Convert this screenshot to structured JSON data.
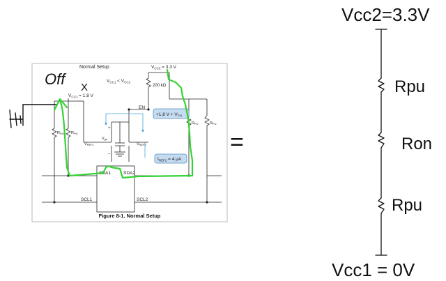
{
  "figure": {
    "caption": "Figure 8-1. Normal Setup",
    "setup_label": "Normal Setup",
    "vcc_relation": "V",
    "vcc_relation_sub1": "CC1",
    "vcc_relation_lt": " < V",
    "vcc_relation_sub2": "CC2",
    "vcc1_label_v": "V",
    "vcc1_label_sub": "CC1",
    "vcc1_label_val": " = 1.8 V",
    "vcc2_label_v": "V",
    "vcc2_label_sub": "CC2",
    "vcc2_label_val": " = 3.3 V",
    "resistor_200k": "200 kΩ",
    "en_label": "EN",
    "rpu_left_r": "R",
    "rpu_sub": "PU",
    "vref1_v": "V",
    "vref1_sub": "REF1",
    "vref2_v": "V",
    "vref2_sub": "REF2",
    "vgs_v": "V",
    "vgs_sub": "gs",
    "sda1": "SDA1",
    "sda2": "SDA2",
    "scl1": "SCL1",
    "scl2": "SCL2",
    "box_vth": "+1.8 V + V",
    "box_vth_sub": "TH",
    "box_iref": "I",
    "box_iref_sub": "REF2",
    "box_iref_val": " = 4 µA",
    "plus_sign": "+",
    "minus_sign": "–"
  },
  "annotations": {
    "off_text": "Off",
    "x_mark": "X",
    "equals_sign": "="
  },
  "equivalent_circuit": {
    "vcc2_top": "Vcc2=3.3V",
    "r1_label": "Rpu",
    "r2_label": "Ron",
    "r3_label": "Rpu",
    "vcc1_bottom": "Vcc1 = 0V"
  },
  "colors": {
    "green": "#34d334",
    "blue": "#4aa3d8",
    "box_fill": "#c5dcf0",
    "box_stroke": "#5a8fc0",
    "frame": "#b8b8b8",
    "ink": "#111111"
  }
}
